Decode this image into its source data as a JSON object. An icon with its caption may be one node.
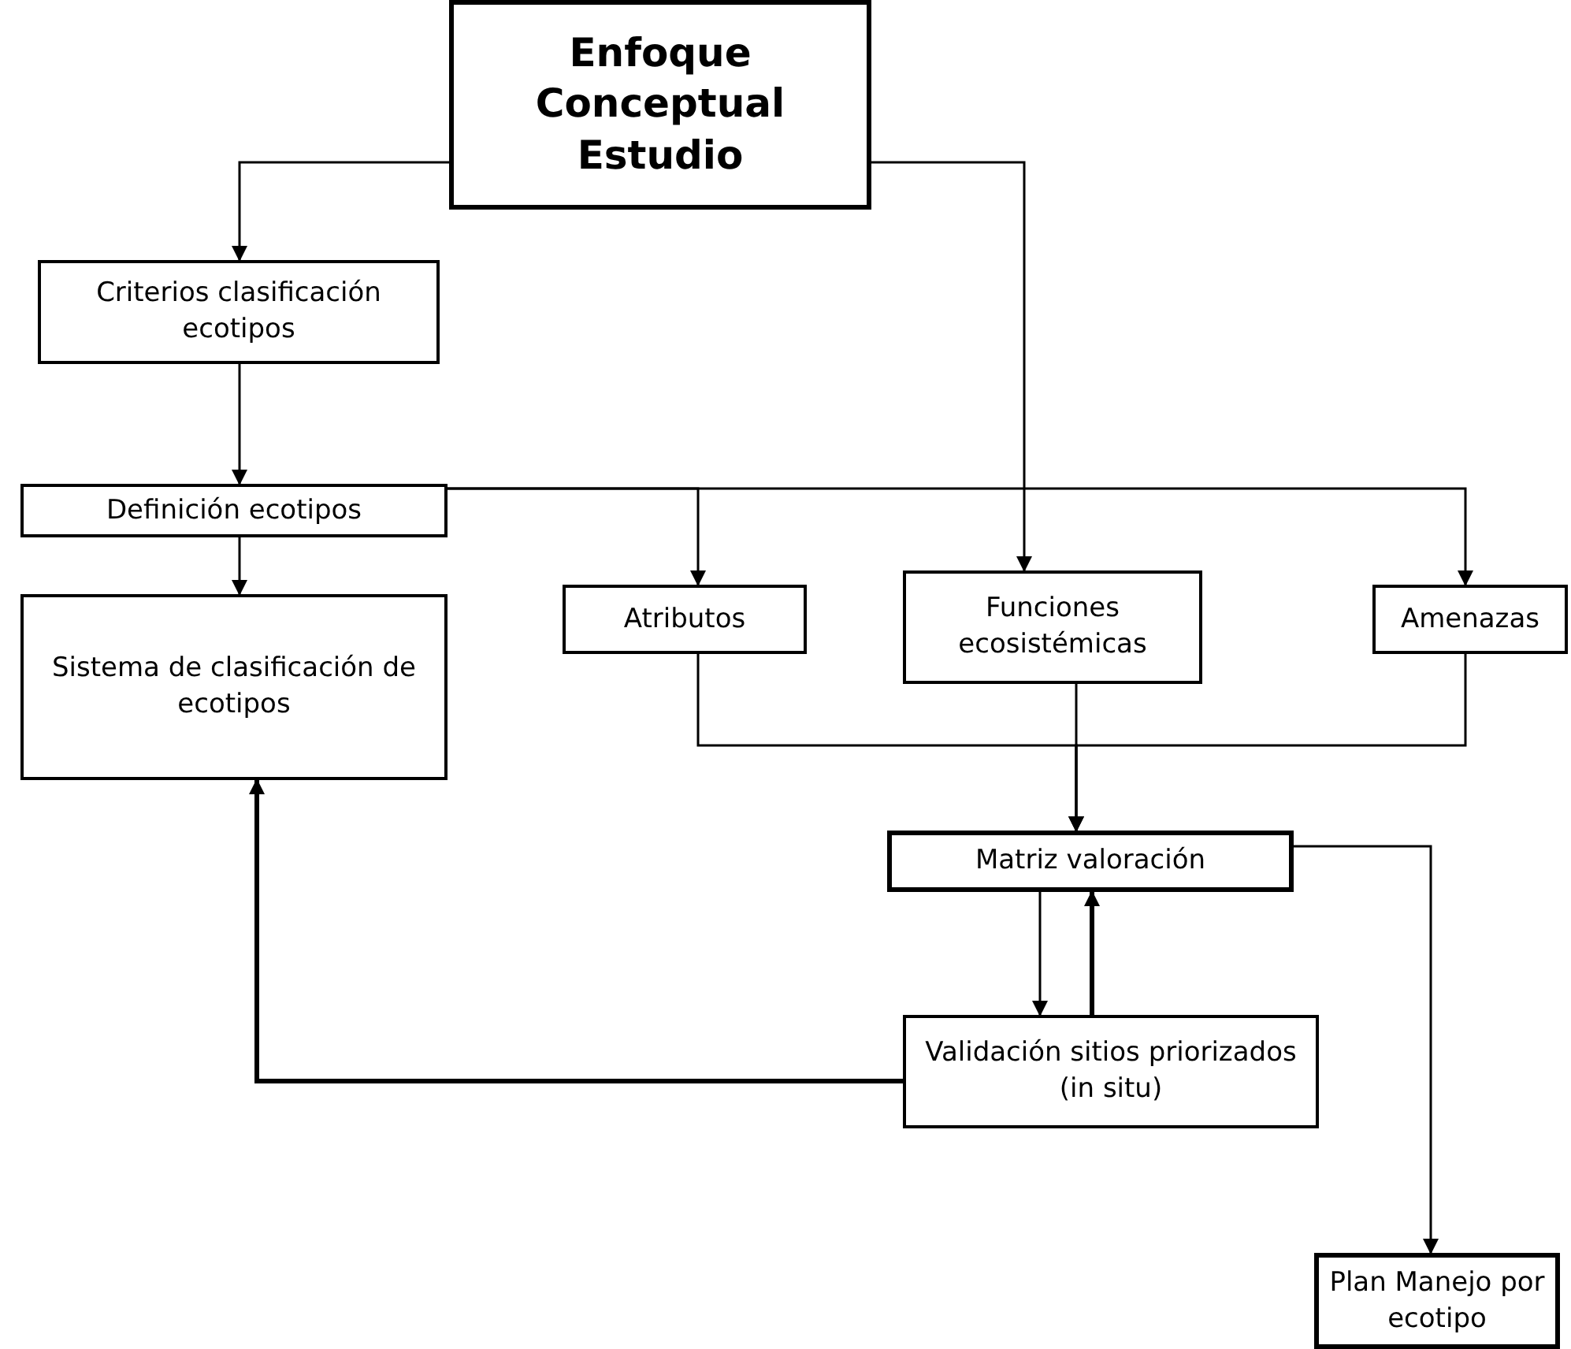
{
  "diagram": {
    "nodes": [
      {
        "text": [
          "Enfoque Conceptual Estudio"
        ]
      },
      {
        "text": [
          "Criterios clasificación ecotipos"
        ]
      },
      {
        "text": [
          "Definición ecotipos"
        ]
      },
      {
        "text": [
          "Sistema de clasificación de ecotipos"
        ]
      },
      {
        "text": [
          "Atributos"
        ]
      },
      {
        "text": [
          "Funciones ecosistémicas"
        ]
      },
      {
        "text": [
          "Amenazas"
        ]
      },
      {
        "text": [
          "Matriz valoración"
        ]
      },
      {
        "text": [
          "Validación sitios priorizados (in situ)"
        ]
      },
      {
        "text": [
          "Plan Manejo por ecotipo"
        ]
      }
    ],
    "edges": [
      {
        "from": 0,
        "to": 1,
        "arrow": "to"
      },
      {
        "from": 0,
        "to": 5,
        "arrow": "to"
      },
      {
        "from": 1,
        "to": 2,
        "arrow": "to"
      },
      {
        "from": 2,
        "to": 4,
        "arrow": "to"
      },
      {
        "from": 2,
        "to": 6,
        "arrow": "to"
      },
      {
        "from": 2,
        "to": 3,
        "arrow": "to"
      },
      {
        "from": 4,
        "to": 7,
        "arrow": "to"
      },
      {
        "from": 5,
        "to": 7,
        "arrow": "to"
      },
      {
        "from": 6,
        "to": 7,
        "arrow": "to"
      },
      {
        "from": 7,
        "to": 8,
        "arrow": "to"
      },
      {
        "from": 8,
        "to": 7,
        "arrow": "to",
        "style": "thick"
      },
      {
        "from": 8,
        "to": 3,
        "arrow": "to",
        "style": "thick"
      },
      {
        "from": 7,
        "to": 9,
        "arrow": "to"
      }
    ]
  }
}
